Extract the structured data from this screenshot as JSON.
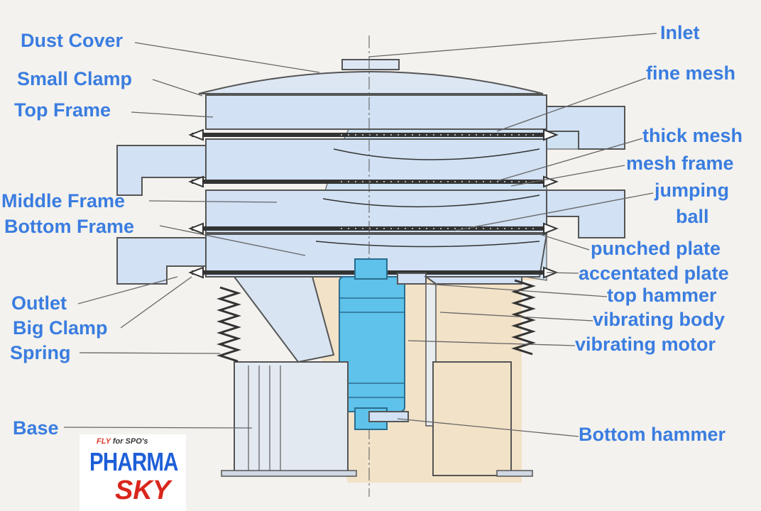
{
  "labels": {
    "dust_cover": "Dust Cover",
    "small_clamp": "Small Clamp",
    "top_frame": "Top Frame",
    "middle_frame": "Middle Frame",
    "bottom_frame": "Bottom Frame",
    "outlet": "Outlet",
    "big_clamp": "Big Clamp",
    "spring": "Spring",
    "base": "Base",
    "inlet": "Inlet",
    "fine_mesh": "fine mesh",
    "thick_mesh": "thick mesh",
    "mesh_frame": "mesh frame",
    "jumping": "jumping",
    "ball": "ball",
    "punched_plate": "punched plate",
    "accentated_plate": "accentated plate",
    "top_hammer": "top hammer",
    "vibrating_body": "vibrating body",
    "vibrating_motor": "vibrating motor",
    "bottom_hammer": "Bottom hammer"
  },
  "logo": {
    "fly": "FLY",
    "for_spos": "for SPO's",
    "pharma": "PHARMA",
    "sky": "SKY"
  },
  "colors": {
    "label": "#3a7de0",
    "frame_fill": "#d6e4f5",
    "motor": "#5ec2ea",
    "base_fill": "#f2e2c8",
    "line": "#666666"
  }
}
